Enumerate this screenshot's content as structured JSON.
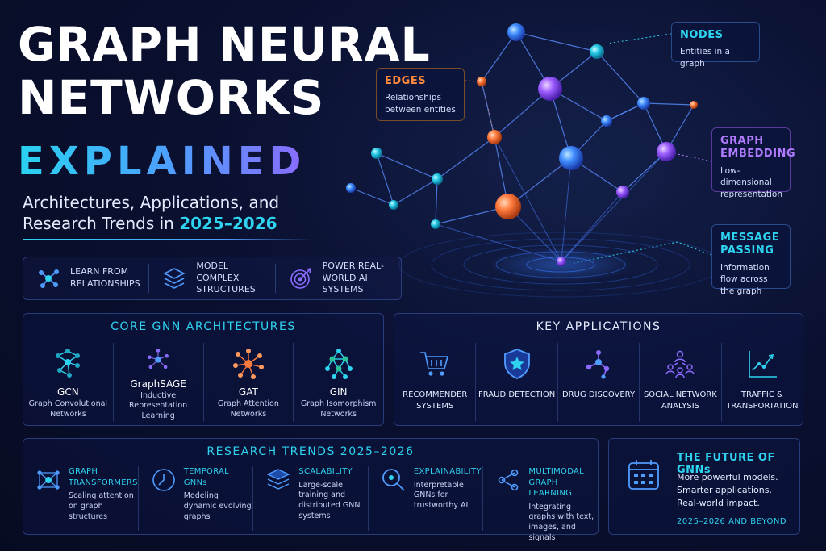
{
  "title": {
    "line1": "GRAPH NEURAL",
    "line2": "NETWORKS",
    "line3": "EXPLAINED",
    "subtitle_line1": "Architectures, Applications, and",
    "subtitle_line2_prefix": "Research Trends in ",
    "subtitle_line2_highlight": "2025–2026"
  },
  "features": [
    {
      "icon": "network-nodes-icon",
      "label": "LEARN FROM RELATIONSHIPS"
    },
    {
      "icon": "stacked-layers-icon",
      "label": "MODEL COMPLEX STRUCTURES"
    },
    {
      "icon": "target-icon",
      "label": "POWER REAL-WORLD AI SYSTEMS"
    }
  ],
  "callouts": {
    "edges": {
      "title": "EDGES",
      "desc": "Relationships between entities"
    },
    "nodes": {
      "title": "NODES",
      "desc": "Entities in a graph"
    },
    "embedding": {
      "title": "GRAPH EMBEDDING",
      "desc": "Low-dimensional representation"
    },
    "message_passing": {
      "title": "MESSAGE PASSING",
      "desc": "Information flow across the graph"
    }
  },
  "core": {
    "title": "CORE GNN ARCHITECTURES",
    "items": [
      {
        "name": "GCN",
        "desc": "Graph Convolutional Networks"
      },
      {
        "name": "GraphSAGE",
        "desc": "Inductive Representation Learning"
      },
      {
        "name": "GAT",
        "desc": "Graph Attention Networks"
      },
      {
        "name": "GIN",
        "desc": "Graph Isomorphism Networks"
      }
    ]
  },
  "apps": {
    "title": "KEY APPLICATIONS",
    "items": [
      {
        "icon": "shopping-cart-icon",
        "label": "RECOMMENDER SYSTEMS"
      },
      {
        "icon": "shield-icon",
        "label": "FRAUD DETECTION"
      },
      {
        "icon": "molecule-icon",
        "label": "DRUG DISCOVERY"
      },
      {
        "icon": "people-network-icon",
        "label": "SOCIAL NETWORK ANALYSIS"
      },
      {
        "icon": "line-chart-icon",
        "label": "TRAFFIC & TRANSPORTATION"
      }
    ]
  },
  "trends": {
    "title": "RESEARCH TRENDS 2025–2026",
    "items": [
      {
        "icon": "transformer-graph-icon",
        "title": "GRAPH TRANSFORMERS",
        "desc": "Scaling attention on graph structures"
      },
      {
        "icon": "clock-icon",
        "title": "TEMPORAL GNNs",
        "desc": "Modeling dynamic evolving graphs"
      },
      {
        "icon": "stack-icon",
        "title": "SCALABILITY",
        "desc": "Large-scale training and distributed GNN systems"
      },
      {
        "icon": "magnifier-icon",
        "title": "EXPLAINABILITY",
        "desc": "Interpretable GNNs for trustworthy AI"
      },
      {
        "icon": "share-nodes-icon",
        "title": "MULTIMODAL GRAPH LEARNING",
        "desc": "Integrating graphs with text, images, and signals"
      }
    ]
  },
  "future": {
    "title": "THE FUTURE OF GNNs",
    "line1": "More powerful models.",
    "line2": "Smarter applications.",
    "line3": "Real-world impact.",
    "footer": "2025–2026 AND BEYOND"
  },
  "colors": {
    "cyan": "#2ed3f0",
    "blue": "#4f9cff",
    "purple": "#8b6bff",
    "orange": "#ff7a3d",
    "background": "#0a1030"
  }
}
